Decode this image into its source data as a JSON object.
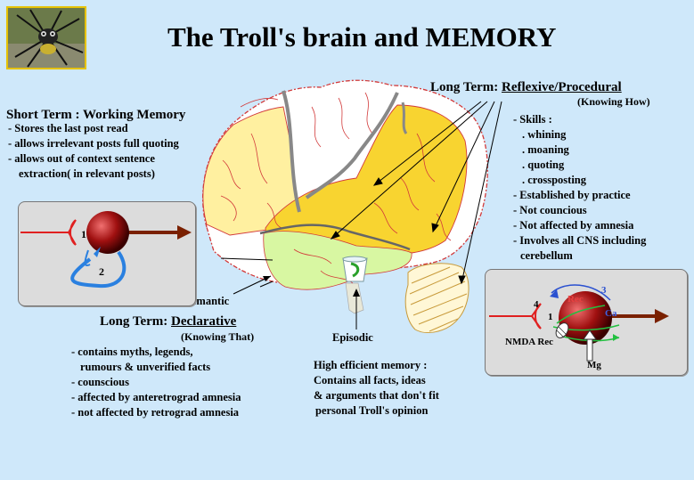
{
  "title": "The Troll's brain and MEMORY",
  "short_term": {
    "heading": "Short Term : Working Memory",
    "items": [
      "- Stores the last post read",
      "- allows irrelevant posts full quoting",
      "- allows out of context sentence",
      "extraction( in relevant posts)"
    ]
  },
  "long_term_procedural": {
    "heading_prefix": "Long Term:",
    "heading_underlined": "Reflexive/Procedural",
    "subheading": "(Knowing How)",
    "items": [
      "- Skills :",
      ". whining",
      ". moaning",
      ". quoting",
      ". crossposting",
      "- Established by practice",
      "- Not councious",
      "- Not affected by amnesia",
      "- Involves all CNS including",
      "cerebellum"
    ]
  },
  "long_term_declarative": {
    "heading_prefix": "Long Term:",
    "heading_underlined": "Declarative",
    "subheading": "(Knowing That)",
    "items": [
      "- contains myths, legends,",
      "rumours & unverified facts",
      "- counscious",
      "- affected by anteretrograd amnesia",
      "- not affected by retrograd amnesia"
    ]
  },
  "labels": {
    "semantic": "semantic",
    "episodic": "Episodic"
  },
  "episodic_note": [
    "High efficient memory :",
    "Contains all facts, ideas",
    "& arguments that don't fit",
    "personal Troll's opinion"
  ],
  "neuron_short": {
    "num1": "1",
    "num2": "2"
  },
  "neuron_long": {
    "num4": "4",
    "num1": "1",
    "num3": "3",
    "rec": "Rec",
    "ca": "Ca",
    "nmda": "NMDA Rec",
    "mg": "Mg"
  }
}
